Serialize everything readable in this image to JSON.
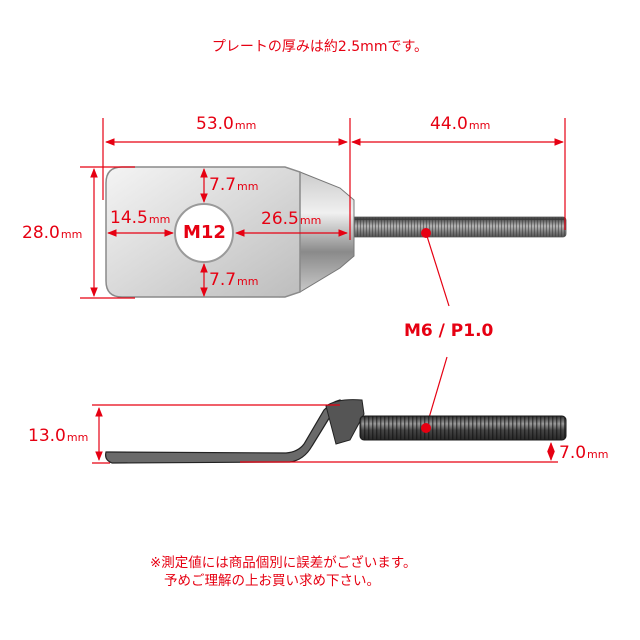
{
  "header": {
    "plate_thickness_note": "プレートの厚みは約2.5mmです。"
  },
  "top_view": {
    "overall_plate_length": {
      "value": "53.0",
      "unit": "mm"
    },
    "bolt_length": {
      "value": "44.0",
      "unit": "mm"
    },
    "plate_height": {
      "value": "28.0",
      "unit": "mm"
    },
    "hole_to_top": {
      "value": "7.7",
      "unit": "mm"
    },
    "hole_to_bottom": {
      "value": "7.7",
      "unit": "mm"
    },
    "hole_to_left": {
      "value": "14.5",
      "unit": "mm"
    },
    "hole_to_right": {
      "value": "26.5",
      "unit": "mm"
    },
    "hole_label": "M12"
  },
  "thread_spec": "M6 / P1.0",
  "side_view": {
    "overall_height": {
      "value": "13.0",
      "unit": "mm"
    },
    "bolt_offset_height": {
      "value": "7.0",
      "unit": "mm"
    }
  },
  "footer": {
    "disclaimer_line1": "※測定値には商品個別に誤差がございます。",
    "disclaimer_line2": "予めご理解の上お買い求め下さい。"
  },
  "colors": {
    "annotation_red": "#e60012",
    "metal_light": "#e6e6e6",
    "metal_dark": "#3a3a3a"
  }
}
